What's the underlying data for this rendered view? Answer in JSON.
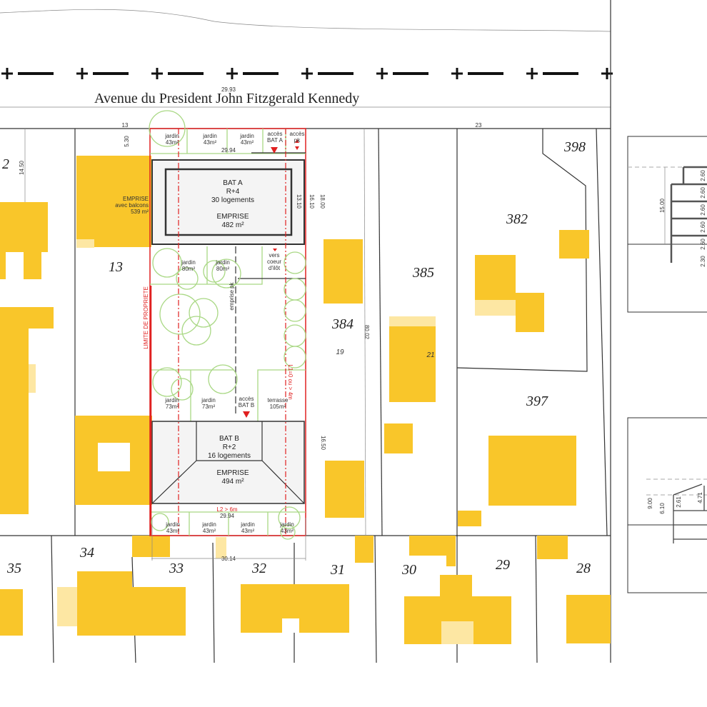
{
  "colors": {
    "building": "#f9c62a",
    "building_pale": "#fde7a3",
    "property_limit": "#e02020",
    "garden": "#a9d884"
  },
  "street": {
    "name": "Avenue du President John Fitzgerald Kennedy",
    "width_dim": "29.93"
  },
  "parcels": [
    "2",
    "13",
    "384",
    "385",
    "382",
    "398",
    "397",
    "35",
    "34",
    "33",
    "32",
    "31",
    "30",
    "29",
    "28",
    "19",
    "21"
  ],
  "dimensions": {
    "d13": "13",
    "d23": "23",
    "d530": "5.30",
    "d1450": "14.50",
    "top_width": "29.94",
    "d1310": "13.10",
    "d1610": "16.10",
    "d1800": "18.00",
    "d8002": "80.02",
    "d1650": "16.50",
    "bottom_width": "29.94",
    "d3014": "30.14",
    "l2": "L2 > 6m",
    "l1": "L1=0 ou > 4m"
  },
  "labels": {
    "property_limit": "LIMITE DE PROPRIETE",
    "parking_emprise": "emprise pk"
  },
  "neighbour": {
    "line1": "EMPRISE",
    "line2": "avec balcons",
    "line3": "539 m²"
  },
  "bat_a": {
    "name": "BAT A",
    "levels": "R+4",
    "units": "30 logements",
    "emprise": "EMPRISE",
    "area": "482 m²"
  },
  "bat_b": {
    "name": "BAT B",
    "levels": "R+2",
    "units": "16 logements",
    "emprise": "EMPRISE",
    "area": "494 m²"
  },
  "top_gardens": [
    {
      "l": "jardin",
      "a": "43m²"
    },
    {
      "l": "jardin",
      "a": "43m²"
    },
    {
      "l": "jardin",
      "a": "43m²"
    }
  ],
  "access_a": {
    "l1": "accès",
    "l2": "BAT A"
  },
  "access_pk": {
    "l1": "accès",
    "l2": "pk"
  },
  "mid_gardens": [
    {
      "l": "jardin",
      "a": "80m²"
    },
    {
      "l": "jardin",
      "a": "80m²"
    }
  ],
  "vers": {
    "l1": "vers",
    "l2": "coeur",
    "l3": "d'ilôt"
  },
  "low_gardens": [
    {
      "l": "jardin",
      "a": "73m²"
    },
    {
      "l": "jardin",
      "a": "73m²"
    }
  ],
  "access_b": {
    "l1": "accès",
    "l2": "BAT B"
  },
  "terrasse": {
    "l": "terrasse",
    "a": "105m²"
  },
  "bottom_gardens": [
    {
      "l": "jardin",
      "a": "43m²"
    },
    {
      "l": "jardin",
      "a": "43m²"
    },
    {
      "l": "jardin",
      "a": "43m²"
    },
    {
      "l": "jardin",
      "a": "43m²"
    }
  ],
  "section_a": {
    "height": "15.00",
    "floors": [
      "2.60",
      "2.60",
      "2.60",
      "2.60",
      "2.60",
      "2.30"
    ]
  },
  "section_b": {
    "h1": "9.00",
    "h2": "6.10",
    "h3": "2.61",
    "h4": "4.71"
  }
}
